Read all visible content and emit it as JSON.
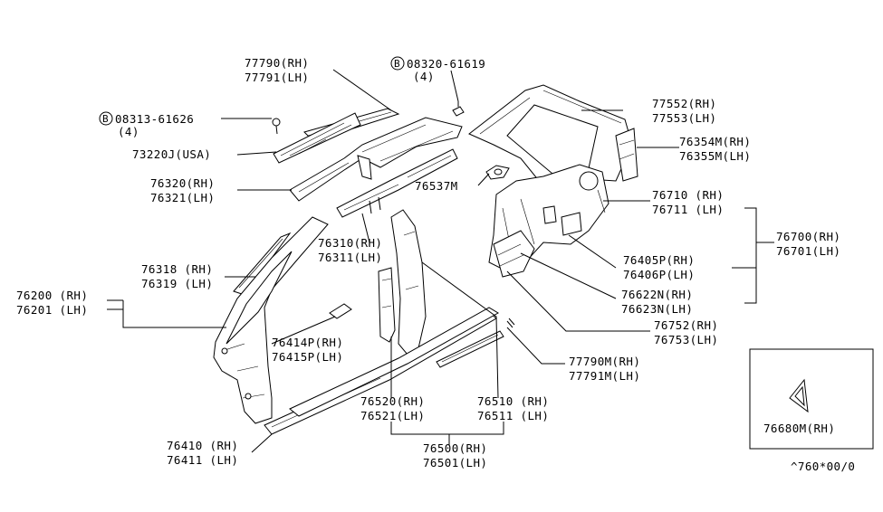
{
  "labels": {
    "p77790": "77790(RH)",
    "p77791": "77791(LH)",
    "p08320": "08320-61619",
    "p08320q": "(4)",
    "p08313": "08313-61626",
    "p08313q": "(4)",
    "bolt_symbol": "B",
    "p73220": "73220J(USA)",
    "p76320": "76320(RH)",
    "p76321": "76321(LH)",
    "p77552": "77552(RH)",
    "p77553": "77553(LH)",
    "p76354": "76354M(RH)",
    "p76355": "76355M(LH)",
    "p76537": "76537M",
    "p76710": "76710 (RH)",
    "p76711": "76711 (LH)",
    "p76700": "76700(RH)",
    "p76701": "76701(LH)",
    "p76310": "76310(RH)",
    "p76311": "76311(LH)",
    "p76405": "76405P(RH)",
    "p76406": "76406P(LH)",
    "p76318": "76318 (RH)",
    "p76319": "76319 (LH)",
    "p76200": "76200 (RH)",
    "p76201": "76201 (LH)",
    "p76622": "76622N(RH)",
    "p76623": "76623N(LH)",
    "p76752": "76752(RH)",
    "p76753": "76753(LH)",
    "p76414": "76414P(RH)",
    "p76415": "76415P(LH)",
    "p77790m": "77790M(RH)",
    "p77791m": "77791M(LH)",
    "p76520": "76520(RH)",
    "p76521": "76521(LH)",
    "p76510": "76510 (RH)",
    "p76511": "76511 (LH)",
    "p76410": "76410 (RH)",
    "p76411": "76411 (LH)",
    "p76500": "76500(RH)",
    "p76501": "76501(LH)",
    "p76680": "76680M(RH)",
    "diagram_code": "^760*00/0"
  }
}
